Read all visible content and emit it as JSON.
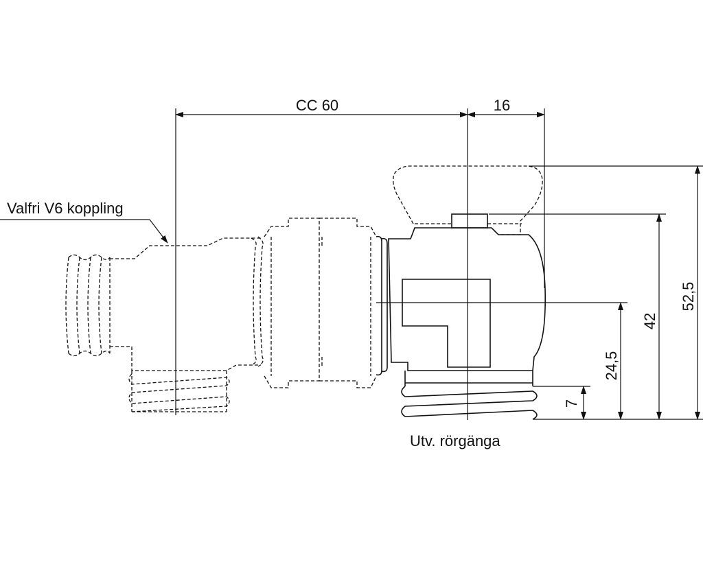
{
  "dimensions": {
    "cc": "CC 60",
    "offset": "16",
    "total_height": "52,5",
    "knob_height": "42",
    "center_height": "24,5",
    "thread_height": "7"
  },
  "labels": {
    "coupling": "Valfri V6 koppling",
    "thread": "Utv. rörgänga"
  }
}
